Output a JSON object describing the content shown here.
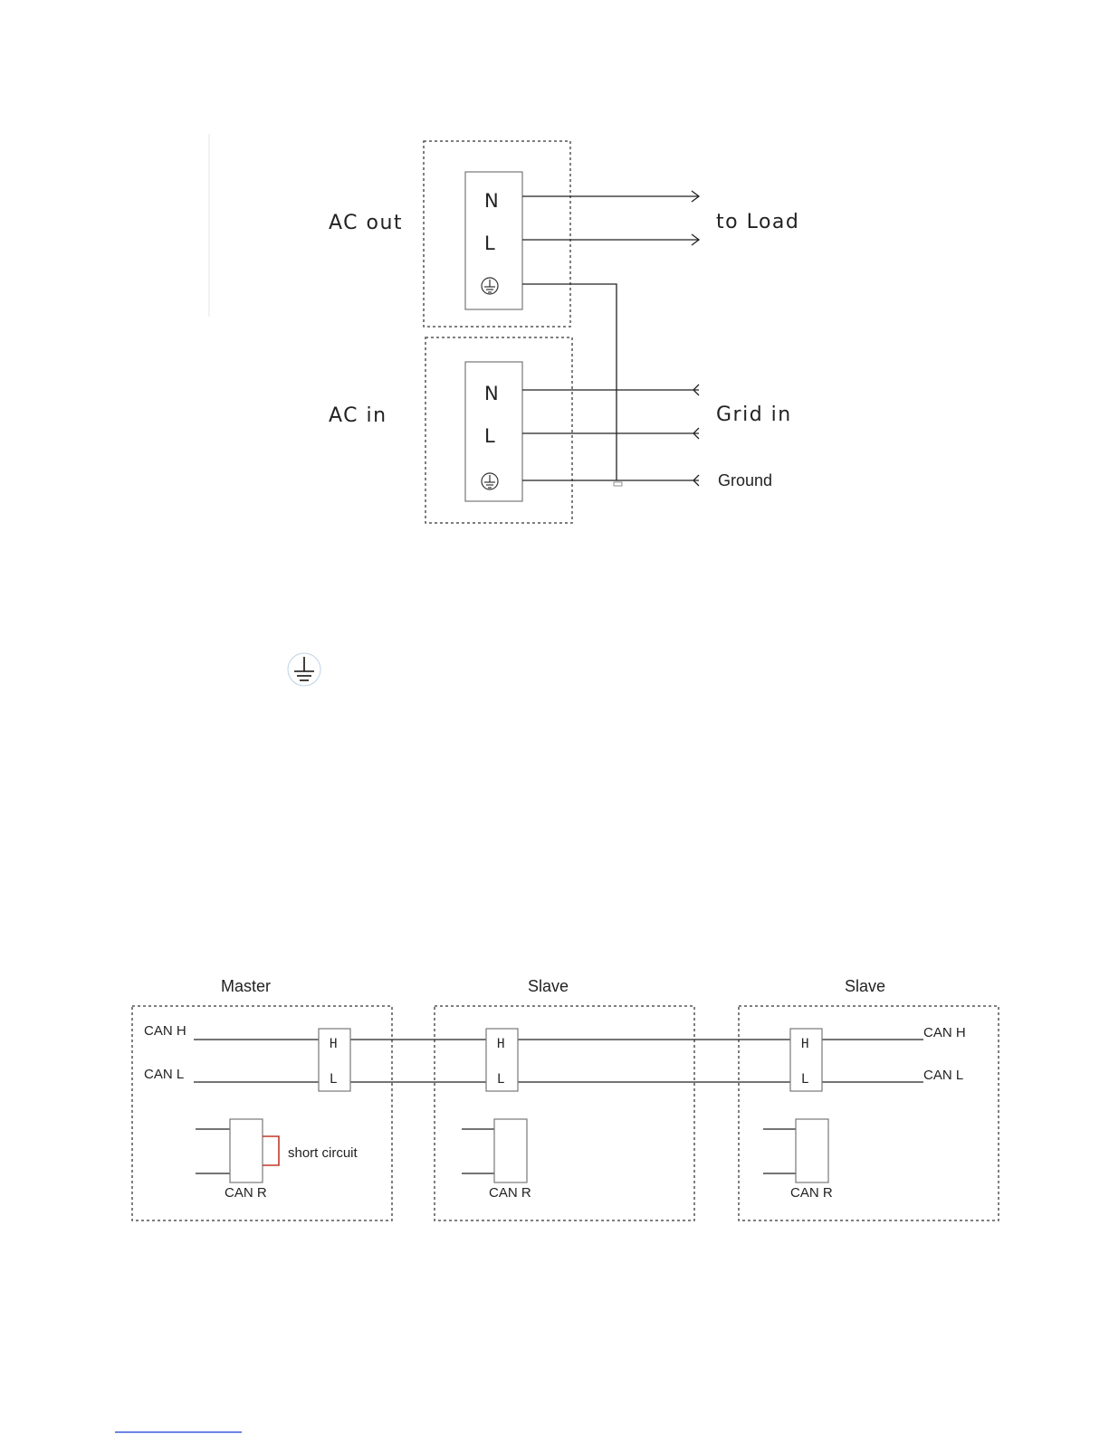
{
  "ac_diagram": {
    "ac_out_label": "AC out",
    "ac_in_label": "AC in",
    "to_load_label": "to Load",
    "grid_in_label": "Grid in",
    "ground_label": "Ground",
    "terminals": {
      "n": "N",
      "l": "L"
    }
  },
  "can_diagram": {
    "master_title": "Master",
    "slave_title_1": "Slave",
    "slave_title_2": "Slave",
    "can_h_left": "CAN  H",
    "can_l_left": "CAN  L",
    "can_h_right": "CAN  H",
    "can_l_right": "CAN  L",
    "pin_h": "H",
    "pin_l": "L",
    "can_r_label": "CAN R",
    "short_circuit_label": "short circuit",
    "short_circuit_color": "#c0392b"
  }
}
